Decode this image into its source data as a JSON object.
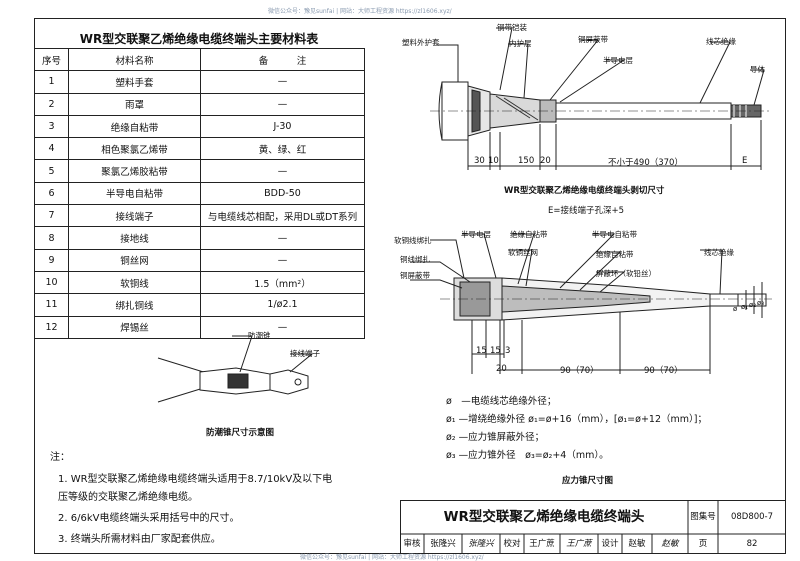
{
  "watermark": {
    "top": "微信公众号：豫见sunfai | 网站：大师工程资源 https://zl1606.xyz/",
    "bottom": "微信公众号：豫见sunfai | 网站：大师工程资源 https://zl1606.xyz/"
  },
  "material_table": {
    "title": "WR型交联聚乙烯绝缘电缆终端头主要材料表",
    "headers": [
      "序号",
      "材料名称",
      "备　　　注"
    ],
    "rows": [
      [
        "1",
        "塑料手套",
        "—"
      ],
      [
        "2",
        "雨罩",
        "—"
      ],
      [
        "3",
        "绝缘自粘带",
        "J-30"
      ],
      [
        "4",
        "相色聚氯乙烯带",
        "黄、绿、红"
      ],
      [
        "5",
        "聚氯乙烯胶粘带",
        "—"
      ],
      [
        "6",
        "半导电自粘带",
        "BDD-50"
      ],
      [
        "7",
        "接线端子",
        "与电缆线芯相配，采用DL或DT系列"
      ],
      [
        "8",
        "接地线",
        "—"
      ],
      [
        "9",
        "铜丝网",
        "—"
      ],
      [
        "10",
        "软铜线",
        "1.5（mm²）"
      ],
      [
        "11",
        "绑扎铜线",
        "1/ø2.1"
      ],
      [
        "12",
        "焊锡丝",
        "—"
      ]
    ]
  },
  "cut_drawing": {
    "labels": {
      "outer_sheath": "塑料外护套",
      "steel_armor": "钢带铠装",
      "inner_sheath": "内护层",
      "copper_shield": "铜屏蔽带",
      "semicon_layer": "半导电层",
      "core_insulation": "线芯绝缘",
      "conductor": "导体"
    },
    "dims": [
      "30",
      "10",
      "150",
      "20",
      "不小于490（370）",
      "E"
    ],
    "caption": "WR型交联聚乙烯绝缘电缆终端头剥切尺寸",
    "sub_caption": "E=接线端子孔深+5"
  },
  "cone_drawing": {
    "labels": {
      "soft_copper_bind": "软铜线绑扎",
      "semicon_layer": "半导电层",
      "insul_tape": "绝缘自粘带",
      "semicon_tape": "半导电自粘带",
      "copper_bind_wire": "铜线绑扎",
      "copper_mesh": "软铜丝网",
      "insul_tape2": "绝缘自粘带",
      "core_insulation": "线芯绝缘",
      "copper_shield": "铜屏蔽带",
      "shield_ring": "屏蔽环（软铅丝）"
    },
    "dims_top": [
      "15",
      "15",
      "3"
    ],
    "dims_bottom": [
      "20",
      "90（70）",
      "90（70）"
    ],
    "phi": [
      "ø",
      "ø₁",
      "ø₂",
      "ø₃"
    ],
    "caption": "应力锥尺寸图"
  },
  "formulas": [
    "ø　—电缆线芯绝缘外径；",
    "ø₁ —增绕绝缘外径 ø₁=ø+16（mm），[ø₁=ø+12（mm）]；",
    "ø₂ —应力锥屏蔽外径；",
    "ø₃ —应力锥外径　ø₃=ø₂+4（mm）。"
  ],
  "moisture_drawing": {
    "labels": {
      "moisture_lock": "防潮锥",
      "terminal": "接线端子"
    },
    "caption": "防潮锥尺寸示意图"
  },
  "notes": {
    "heading": "注：",
    "items": [
      "1.  WR型交联聚乙烯绝缘电缆终端头适用于8.7/10kV及以下电",
      "     压等级的交联聚乙烯绝缘电缆。",
      "2.  6/6kV电缆终端头采用括号中的尺寸。",
      "3.  终端头所需材料由厂家配套供应。"
    ]
  },
  "title_block": {
    "title": "WR型交联聚乙烯绝缘电缆终端头",
    "atlas_label": "图集号",
    "atlas_no": "08D800-7",
    "review_label": "审核",
    "reviewer": "张隆兴",
    "review_sign": "张隆兴",
    "check_label": "校对",
    "checker": "王广蔗",
    "check_sign": "王广蔗",
    "design_label": "设计",
    "designer": "赵敏",
    "design_sign": "赵敏",
    "page_label": "页",
    "page_no": "82"
  }
}
